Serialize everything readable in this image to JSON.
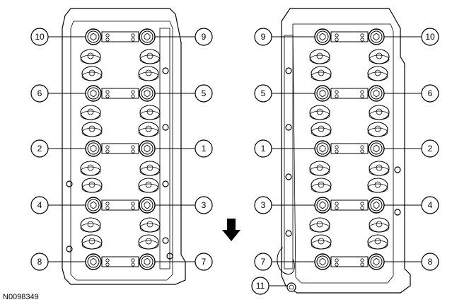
{
  "figure_id": "N0098349",
  "left_head": {
    "callouts": [
      {
        "label": "10",
        "side": "left"
      },
      {
        "label": "9",
        "side": "right"
      },
      {
        "label": "6",
        "side": "left"
      },
      {
        "label": "5",
        "side": "right"
      },
      {
        "label": "2",
        "side": "left"
      },
      {
        "label": "1",
        "side": "right"
      },
      {
        "label": "4",
        "side": "left"
      },
      {
        "label": "3",
        "side": "right"
      },
      {
        "label": "8",
        "side": "left"
      },
      {
        "label": "7",
        "side": "right"
      }
    ]
  },
  "right_head": {
    "callouts": [
      {
        "label": "9",
        "side": "left"
      },
      {
        "label": "10",
        "side": "right"
      },
      {
        "label": "5",
        "side": "left"
      },
      {
        "label": "6",
        "side": "right"
      },
      {
        "label": "1",
        "side": "left"
      },
      {
        "label": "2",
        "side": "right"
      },
      {
        "label": "3",
        "side": "left"
      },
      {
        "label": "4",
        "side": "right"
      },
      {
        "label": "7",
        "side": "left"
      },
      {
        "label": "8",
        "side": "right"
      },
      {
        "label": "11",
        "side": "left"
      }
    ]
  },
  "direction_arrow": "down-arrow-icon"
}
